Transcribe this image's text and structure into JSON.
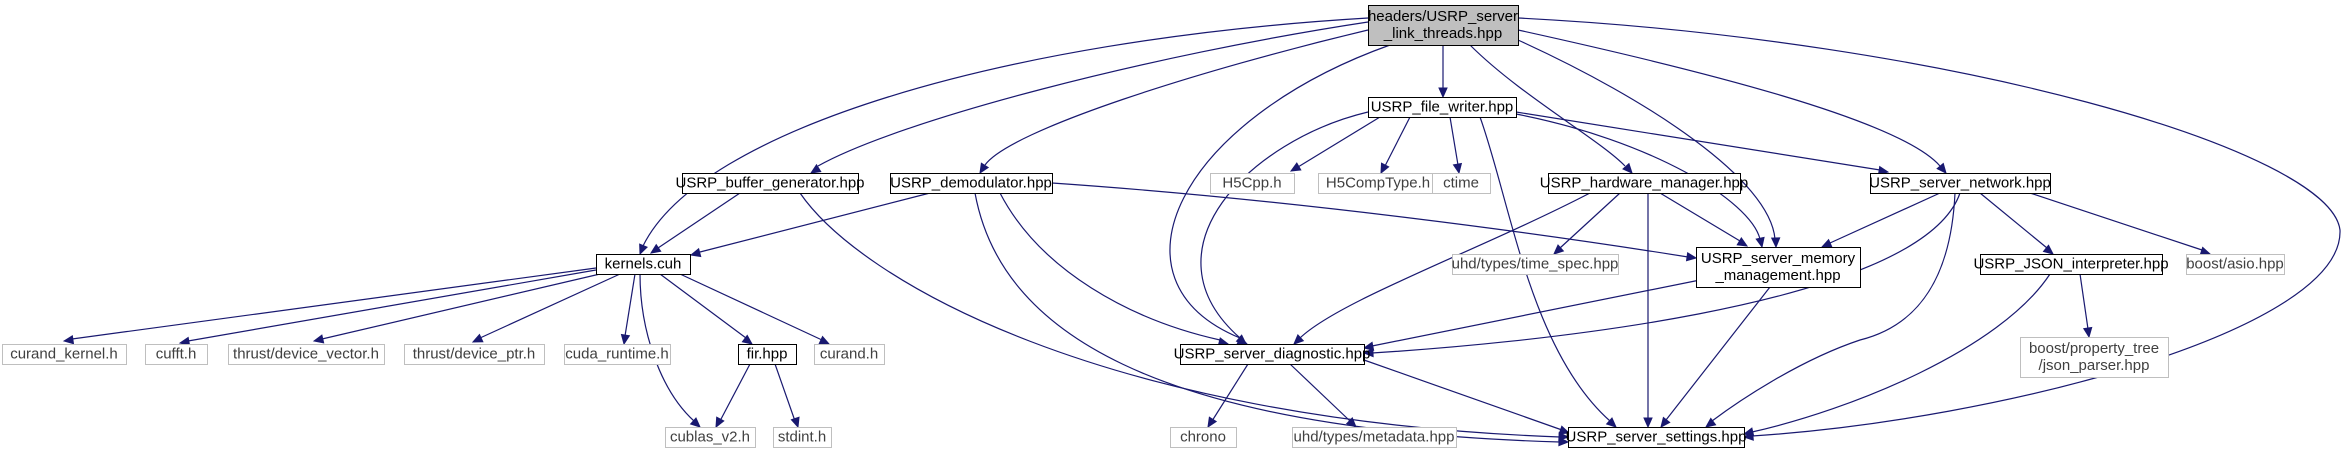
{
  "diagram": {
    "type": "include-dependency-graph",
    "colors": {
      "edge": "#191970",
      "root_fill": "#bfbfbf",
      "root_border": "#000000",
      "node_fill": "#ffffff",
      "node_border": "#000000",
      "external_border": "#bfbfbf",
      "external_text": "#404040"
    },
    "nodes": [
      {
        "id": "root",
        "lines": [
          "headers/USRP_server",
          "_link_threads.hpp"
        ],
        "kind": "root"
      },
      {
        "id": "file_writer",
        "lines": [
          "USRP_file_writer.hpp"
        ],
        "kind": "doc"
      },
      {
        "id": "buffer_generator",
        "lines": [
          "USRP_buffer_generator.hpp"
        ],
        "kind": "doc"
      },
      {
        "id": "demodulator",
        "lines": [
          "USRP_demodulator.hpp"
        ],
        "kind": "doc"
      },
      {
        "id": "h5cpp",
        "lines": [
          "H5Cpp.h"
        ],
        "kind": "external"
      },
      {
        "id": "h5comptype",
        "lines": [
          "H5CompType.h"
        ],
        "kind": "external"
      },
      {
        "id": "ctime",
        "lines": [
          "ctime"
        ],
        "kind": "external"
      },
      {
        "id": "hardware_manager",
        "lines": [
          "USRP_hardware_manager.hpp"
        ],
        "kind": "doc"
      },
      {
        "id": "server_network",
        "lines": [
          "USRP_server_network.hpp"
        ],
        "kind": "doc"
      },
      {
        "id": "kernels",
        "lines": [
          "kernels.cuh"
        ],
        "kind": "doc"
      },
      {
        "id": "time_spec",
        "lines": [
          "uhd/types/time_spec.hpp"
        ],
        "kind": "external"
      },
      {
        "id": "memory_management",
        "lines": [
          "USRP_server_memory",
          "_management.hpp"
        ],
        "kind": "doc"
      },
      {
        "id": "json_interpreter",
        "lines": [
          "USRP_JSON_interpreter.hpp"
        ],
        "kind": "doc"
      },
      {
        "id": "boost_asio",
        "lines": [
          "boost/asio.hpp"
        ],
        "kind": "external"
      },
      {
        "id": "curand_kernel",
        "lines": [
          "curand_kernel.h"
        ],
        "kind": "external"
      },
      {
        "id": "cufft",
        "lines": [
          "cufft.h"
        ],
        "kind": "external"
      },
      {
        "id": "device_vector",
        "lines": [
          "thrust/device_vector.h"
        ],
        "kind": "external"
      },
      {
        "id": "device_ptr",
        "lines": [
          "thrust/device_ptr.h"
        ],
        "kind": "external"
      },
      {
        "id": "cuda_runtime",
        "lines": [
          "cuda_runtime.h"
        ],
        "kind": "external"
      },
      {
        "id": "fir",
        "lines": [
          "fir.hpp"
        ],
        "kind": "doc"
      },
      {
        "id": "curand",
        "lines": [
          "curand.h"
        ],
        "kind": "external"
      },
      {
        "id": "server_diagnostic",
        "lines": [
          "USRP_server_diagnostic.hpp"
        ],
        "kind": "doc"
      },
      {
        "id": "json_parser",
        "lines": [
          "boost/property_tree",
          "/json_parser.hpp"
        ],
        "kind": "external"
      },
      {
        "id": "cublas",
        "lines": [
          "cublas_v2.h"
        ],
        "kind": "external"
      },
      {
        "id": "stdint",
        "lines": [
          "stdint.h"
        ],
        "kind": "external"
      },
      {
        "id": "chrono",
        "lines": [
          "chrono"
        ],
        "kind": "external"
      },
      {
        "id": "metadata",
        "lines": [
          "uhd/types/metadata.hpp"
        ],
        "kind": "external"
      },
      {
        "id": "server_settings",
        "lines": [
          "USRP_server_settings.hpp"
        ],
        "kind": "doc"
      }
    ],
    "edges": [
      {
        "from": "root",
        "to": "file_writer"
      },
      {
        "from": "root",
        "to": "buffer_generator"
      },
      {
        "from": "root",
        "to": "demodulator"
      },
      {
        "from": "root",
        "to": "hardware_manager"
      },
      {
        "from": "root",
        "to": "server_network"
      },
      {
        "from": "root",
        "to": "kernels"
      },
      {
        "from": "root",
        "to": "memory_management"
      },
      {
        "from": "root",
        "to": "server_diagnostic"
      },
      {
        "from": "root",
        "to": "server_settings"
      },
      {
        "from": "file_writer",
        "to": "h5cpp"
      },
      {
        "from": "file_writer",
        "to": "h5comptype"
      },
      {
        "from": "file_writer",
        "to": "ctime"
      },
      {
        "from": "file_writer",
        "to": "server_network"
      },
      {
        "from": "file_writer",
        "to": "memory_management"
      },
      {
        "from": "file_writer",
        "to": "server_diagnostic"
      },
      {
        "from": "file_writer",
        "to": "server_settings"
      },
      {
        "from": "buffer_generator",
        "to": "kernels"
      },
      {
        "from": "buffer_generator",
        "to": "server_settings"
      },
      {
        "from": "demodulator",
        "to": "kernels"
      },
      {
        "from": "demodulator",
        "to": "memory_management"
      },
      {
        "from": "demodulator",
        "to": "server_diagnostic"
      },
      {
        "from": "demodulator",
        "to": "server_settings"
      },
      {
        "from": "hardware_manager",
        "to": "time_spec"
      },
      {
        "from": "hardware_manager",
        "to": "memory_management"
      },
      {
        "from": "hardware_manager",
        "to": "server_diagnostic"
      },
      {
        "from": "hardware_manager",
        "to": "server_settings"
      },
      {
        "from": "server_network",
        "to": "memory_management"
      },
      {
        "from": "server_network",
        "to": "json_interpreter"
      },
      {
        "from": "server_network",
        "to": "boost_asio"
      },
      {
        "from": "server_network",
        "to": "server_diagnostic"
      },
      {
        "from": "server_network",
        "to": "server_settings"
      },
      {
        "from": "kernels",
        "to": "curand_kernel"
      },
      {
        "from": "kernels",
        "to": "cufft"
      },
      {
        "from": "kernels",
        "to": "device_vector"
      },
      {
        "from": "kernels",
        "to": "device_ptr"
      },
      {
        "from": "kernels",
        "to": "cuda_runtime"
      },
      {
        "from": "kernels",
        "to": "fir"
      },
      {
        "from": "kernels",
        "to": "curand"
      },
      {
        "from": "kernels",
        "to": "cublas"
      },
      {
        "from": "memory_management",
        "to": "server_diagnostic"
      },
      {
        "from": "memory_management",
        "to": "server_settings"
      },
      {
        "from": "json_interpreter",
        "to": "json_parser"
      },
      {
        "from": "json_interpreter",
        "to": "server_settings"
      },
      {
        "from": "fir",
        "to": "cublas"
      },
      {
        "from": "fir",
        "to": "stdint"
      },
      {
        "from": "server_diagnostic",
        "to": "chrono"
      },
      {
        "from": "server_diagnostic",
        "to": "metadata"
      },
      {
        "from": "server_diagnostic",
        "to": "server_settings"
      }
    ]
  }
}
